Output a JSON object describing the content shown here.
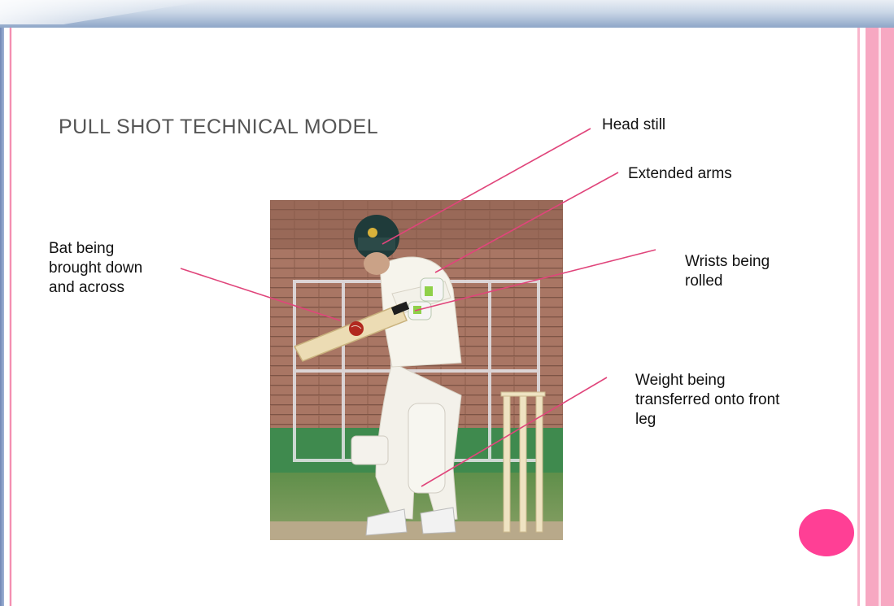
{
  "slide": {
    "title": "PULL SHOT TECHNICAL MODEL",
    "labels": {
      "head": "Head still",
      "arms": "Extended arms",
      "wrists": "Wrists being rolled",
      "weight": "Weight being transferred onto front leg",
      "bat": "Bat being brought down and across"
    },
    "colors": {
      "pointer_line": "#e0457b",
      "accent_dot": "#ff3f95",
      "border_pink": "#f7a8c2",
      "top_bar": "#8ea6c8"
    }
  }
}
